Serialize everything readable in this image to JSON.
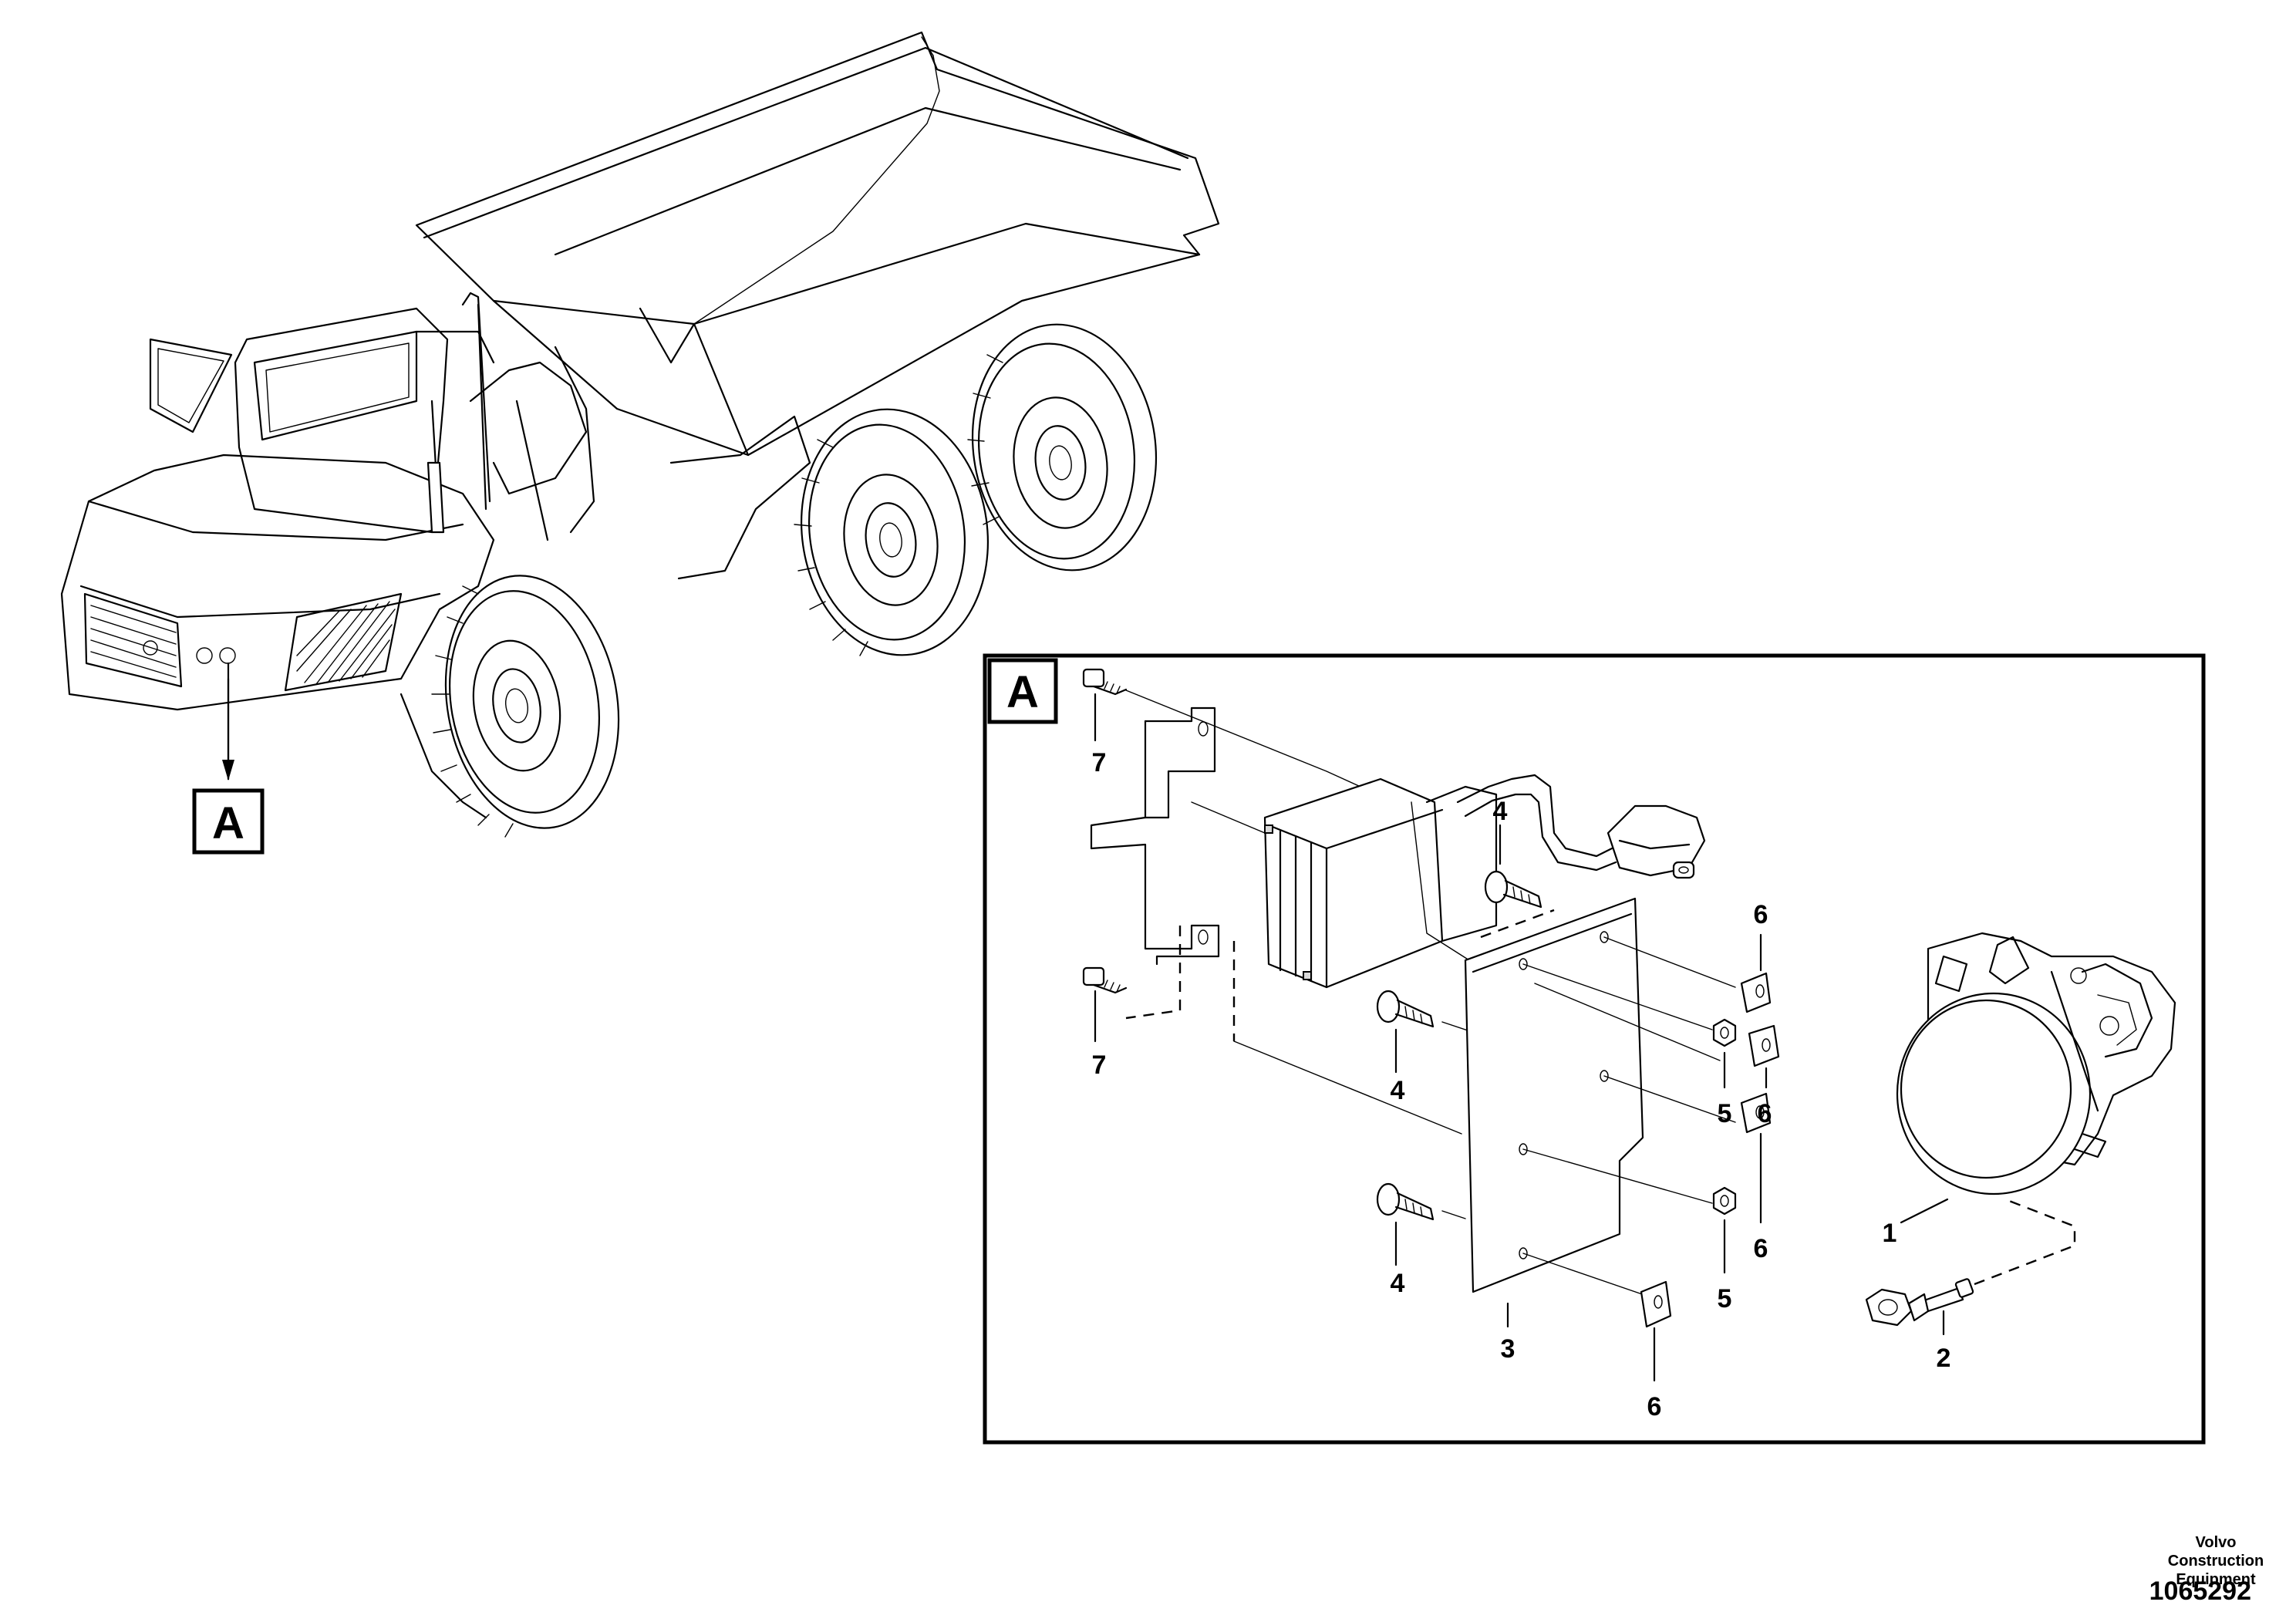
{
  "view_label_overview": "A",
  "view_label_detail": "A",
  "callouts": {
    "part_1": "1",
    "part_2": "2",
    "part_3": "3",
    "part_4a": "4",
    "part_4b": "4",
    "part_4c": "4",
    "part_5a": "5",
    "part_5b": "5",
    "part_6a": "6",
    "part_6b": "6",
    "part_6c": "6",
    "part_6d": "6",
    "part_7a": "7",
    "part_7b": "7"
  },
  "footer": {
    "company": "Volvo Construction Equipment",
    "drawing_number": "1065292"
  }
}
